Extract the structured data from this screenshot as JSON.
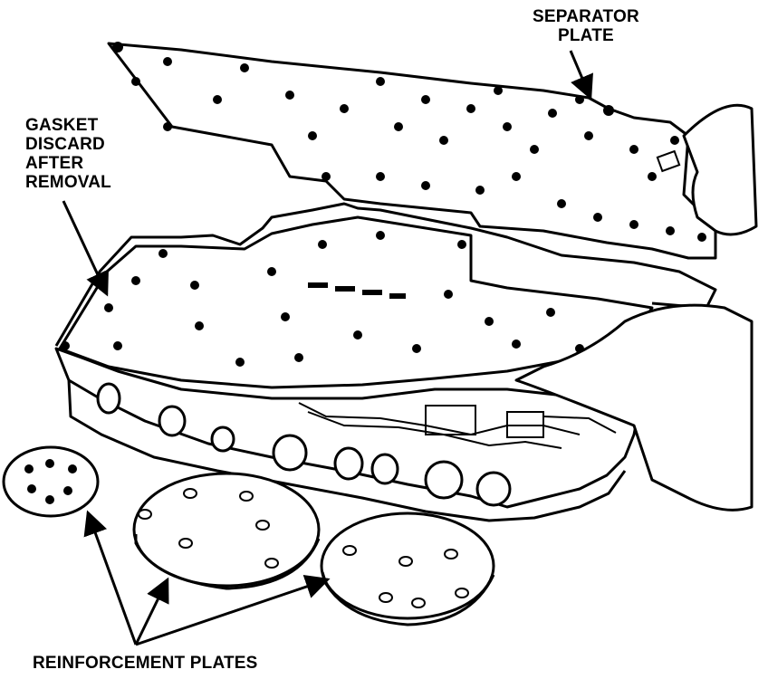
{
  "labels": {
    "separator_plate": [
      "SEPARATOR",
      "PLATE"
    ],
    "gasket": [
      "GASKET",
      "DISCARD",
      "AFTER",
      "REMOVAL"
    ],
    "reinforcement_plates": "REINFORCEMENT PLATES"
  },
  "colors": {
    "ink": "#000000",
    "paper": "#ffffff"
  }
}
